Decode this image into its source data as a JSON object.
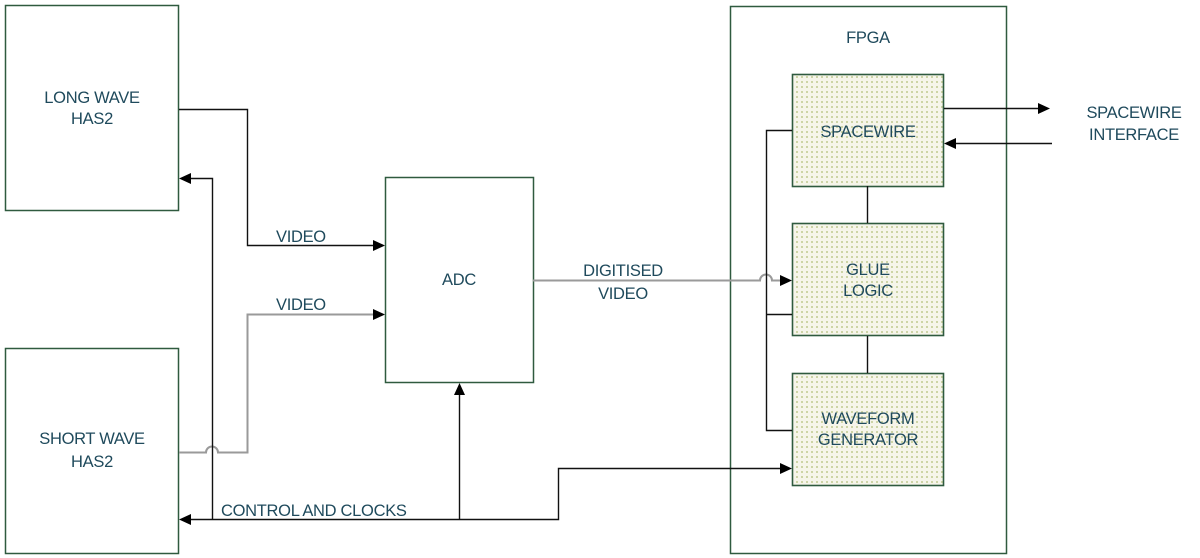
{
  "diagram": {
    "blocks": {
      "long_wave": {
        "line1": "LONG WAVE",
        "line2": "HAS2"
      },
      "short_wave": {
        "line1": "SHORT WAVE",
        "line2": "HAS2"
      },
      "adc": {
        "label": "ADC"
      },
      "fpga": {
        "label": "FPGA",
        "spacewire": {
          "label": "SPACEWIRE"
        },
        "glue_logic": {
          "line1": "GLUE",
          "line2": "LOGIC"
        },
        "waveform_generator": {
          "line1": "WAVEFORM",
          "line2": "GENERATOR"
        }
      }
    },
    "signals": {
      "video_long": "VIDEO",
      "video_short": "VIDEO",
      "digitised_video_line1": "DIGITISED",
      "digitised_video_line2": "VIDEO",
      "control_and_clocks": "CONTROL AND CLOCKS",
      "spacewire_interface_line1": "SPACEWIRE",
      "spacewire_interface_line2": "INTERFACE"
    },
    "colors": {
      "box_border": "#2f5a3f",
      "text": "#1f4a5c",
      "subblock_fill": "#f3f1e2",
      "subblock_dots": "#c9d0a0",
      "wire": "#111111",
      "video_wire": "#9a9a9a"
    }
  }
}
